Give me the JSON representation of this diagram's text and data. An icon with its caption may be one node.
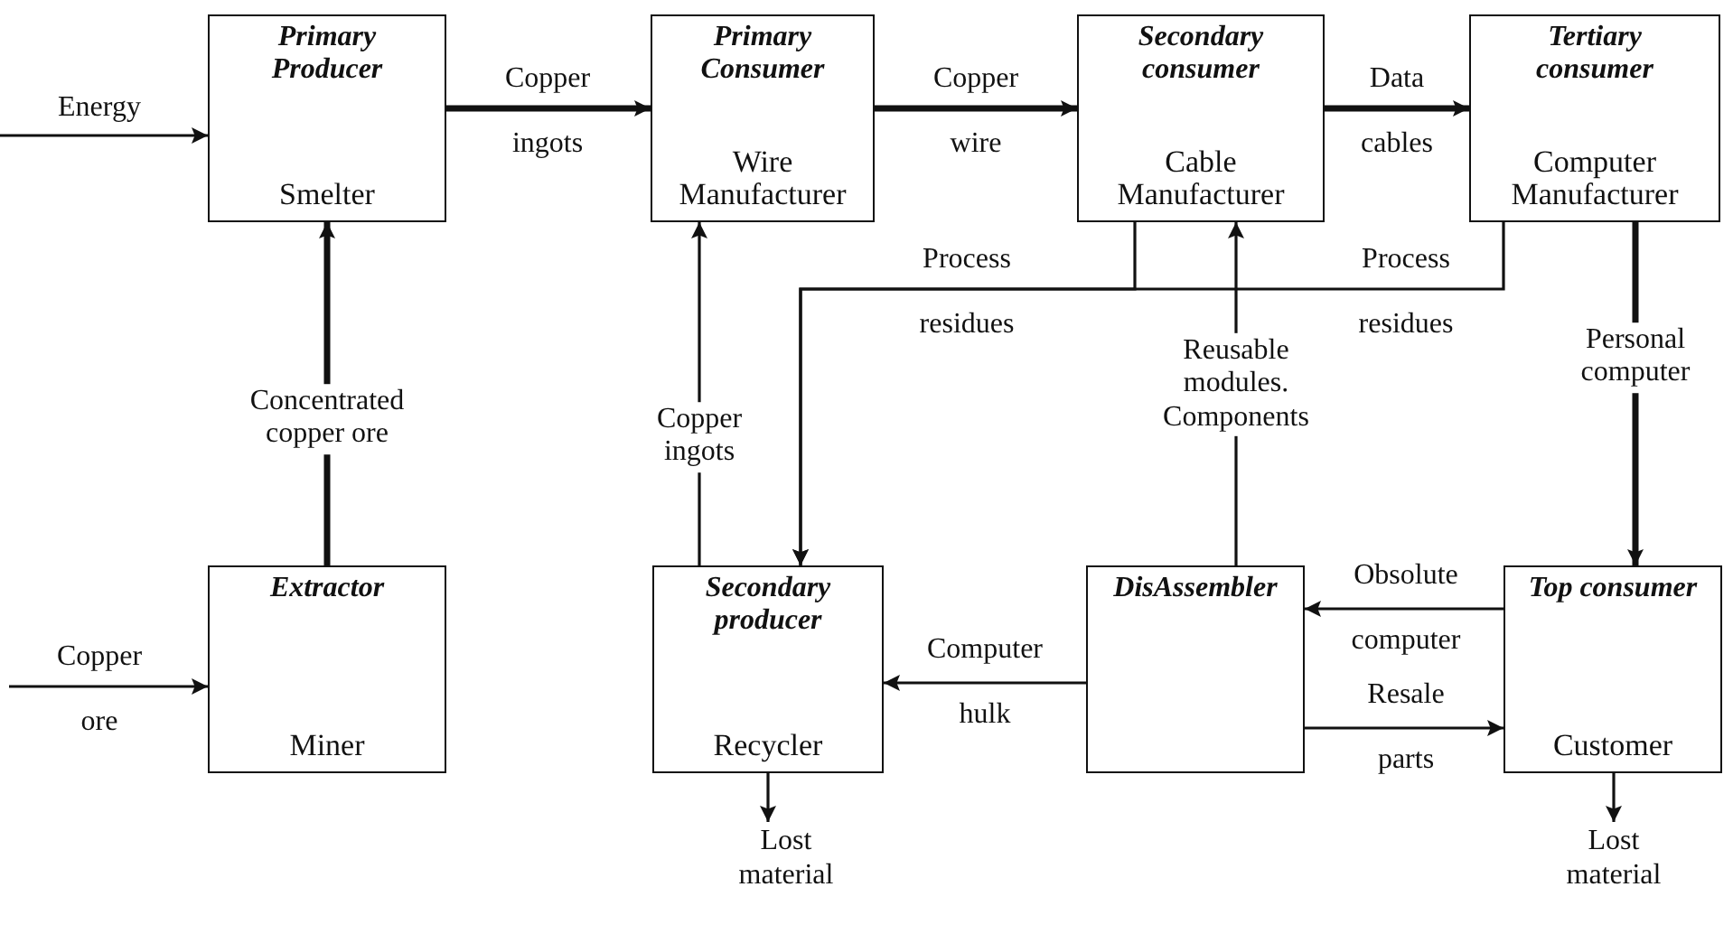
{
  "diagram": {
    "nodes": [
      {
        "text": [
          "Primary Producer",
          "Smelter"
        ]
      },
      {
        "text": [
          "Primary Consumer",
          "Wire Manufacturer"
        ]
      },
      {
        "text": [
          "Secondary consumer",
          "Cable Manufacturer"
        ]
      },
      {
        "text": [
          "Tertiary consumer",
          "Computer Manufacturer"
        ]
      },
      {
        "text": [
          "Extractor",
          "Miner"
        ]
      },
      {
        "text": [
          "Secondary producer",
          "Recycler"
        ]
      },
      {
        "text": [
          "DisAssembler"
        ]
      },
      {
        "text": [
          "Top consumer",
          "Customer"
        ]
      },
      {
        "text": [
          "Lost material"
        ]
      },
      {
        "text": [
          "Lost material"
        ]
      }
    ],
    "edges": [
      {
        "from": null,
        "to": 0,
        "arrow": "to",
        "label": "Energy"
      },
      {
        "from": 0,
        "to": 1,
        "arrow": "to",
        "label": "Copper ingots",
        "style": "thick"
      },
      {
        "from": 1,
        "to": 2,
        "arrow": "to",
        "label": "Copper wire",
        "style": "thick"
      },
      {
        "from": 2,
        "to": 3,
        "arrow": "to",
        "label": "Data cables",
        "style": "thick"
      },
      {
        "from": null,
        "to": 4,
        "arrow": "to",
        "label": "Copper ore"
      },
      {
        "from": 4,
        "to": 0,
        "arrow": "to",
        "label": "Concentrated copper ore",
        "style": "thick"
      },
      {
        "from": 5,
        "to": 1,
        "arrow": "to",
        "label": "Copper ingots"
      },
      {
        "from": 2,
        "to": 5,
        "arrow": "to",
        "label": "Process residues"
      },
      {
        "from": 3,
        "to": 5,
        "arrow": "to",
        "label": "Process residues"
      },
      {
        "from": 6,
        "to": 2,
        "arrow": "to",
        "label": "Reusable modules. Components"
      },
      {
        "from": 3,
        "to": 7,
        "arrow": "to",
        "label": "Personal computer",
        "style": "thick"
      },
      {
        "from": 7,
        "to": 6,
        "arrow": "to",
        "label": "Obsolute computer"
      },
      {
        "from": 6,
        "to": 7,
        "arrow": "to",
        "label": "Resale parts"
      },
      {
        "from": 6,
        "to": 5,
        "arrow": "to",
        "label": "Computer hulk"
      },
      {
        "from": 5,
        "to": 8,
        "arrow": "to"
      },
      {
        "from": 7,
        "to": 9,
        "arrow": "to"
      }
    ]
  }
}
